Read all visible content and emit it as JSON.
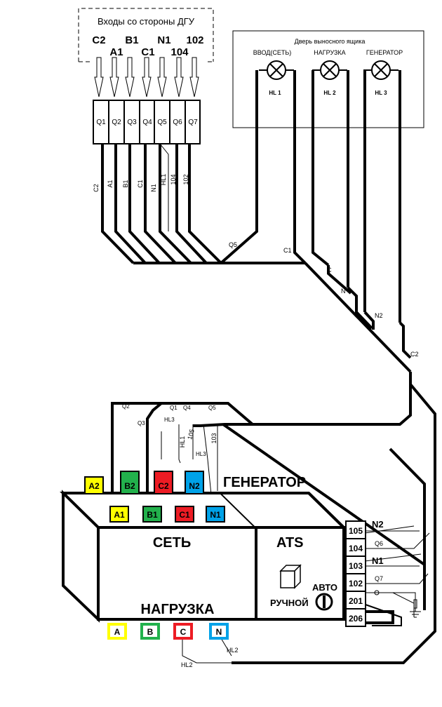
{
  "inputs": {
    "title": "Входы со стороны ДГУ",
    "signals_top": [
      "C2",
      "B1",
      "N1",
      "102"
    ],
    "signals_bottom": [
      "A1",
      "C1",
      "104"
    ],
    "terminals": [
      "Q1",
      "Q2",
      "Q3",
      "Q4",
      "Q5",
      "Q6",
      "Q7"
    ],
    "wire_labels": [
      "C2",
      "A1",
      "B1",
      "C1",
      "N1",
      "HL1",
      "104",
      "102"
    ]
  },
  "door": {
    "title": "Дверь выносного ящика",
    "lamps": [
      {
        "caption": "ВВОД(СЕТЬ)",
        "id": "HL 1"
      },
      {
        "caption": "НАГРУЗКА",
        "id": "HL 2"
      },
      {
        "caption": "ГЕНЕРАТОР",
        "id": "HL 3"
      }
    ]
  },
  "bus_labels": {
    "q5": "Q5",
    "c1": "C1",
    "c": "C",
    "n": "N",
    "n2": "N2",
    "c2": "C2"
  },
  "upper_wires": {
    "q2": "Q2",
    "q3": "Q3",
    "q1": "Q1",
    "q4": "Q4",
    "q5": "Q5",
    "hl3a": "HL3",
    "hl1": "HL1",
    "w105": "105",
    "hl3b": "HL3",
    "w103": "103"
  },
  "generator": {
    "label": "ГЕНЕРАТОР",
    "terminals": [
      {
        "name": "A2",
        "color": "#ffff00"
      },
      {
        "name": "B2",
        "color": "#22b14c"
      },
      {
        "name": "C2",
        "color": "#ed1c24"
      },
      {
        "name": "N2",
        "color": "#00a2e8"
      }
    ]
  },
  "mains": {
    "label": "СЕТЬ",
    "terminals": [
      {
        "name": "A1",
        "color": "#ffff00"
      },
      {
        "name": "B1",
        "color": "#22b14c"
      },
      {
        "name": "C1",
        "color": "#ed1c24"
      },
      {
        "name": "N1",
        "color": "#00a2e8"
      }
    ]
  },
  "load": {
    "label": "НАГРУЗКА",
    "terminals": [
      {
        "name": "A",
        "color": "#ffff00"
      },
      {
        "name": "B",
        "color": "#22b14c"
      },
      {
        "name": "C",
        "color": "#ed1c24"
      },
      {
        "name": "N",
        "color": "#00a2e8"
      }
    ],
    "wire_labels": [
      "HL2",
      "HL2"
    ]
  },
  "ats": {
    "label": "ATS",
    "auto": "АВТО",
    "manual": "РУЧНОЙ",
    "terminal_block": [
      "105",
      "104",
      "103",
      "102",
      "201",
      "206"
    ],
    "side_labels": [
      "N2",
      "Q6",
      "N1",
      "Q7"
    ]
  }
}
